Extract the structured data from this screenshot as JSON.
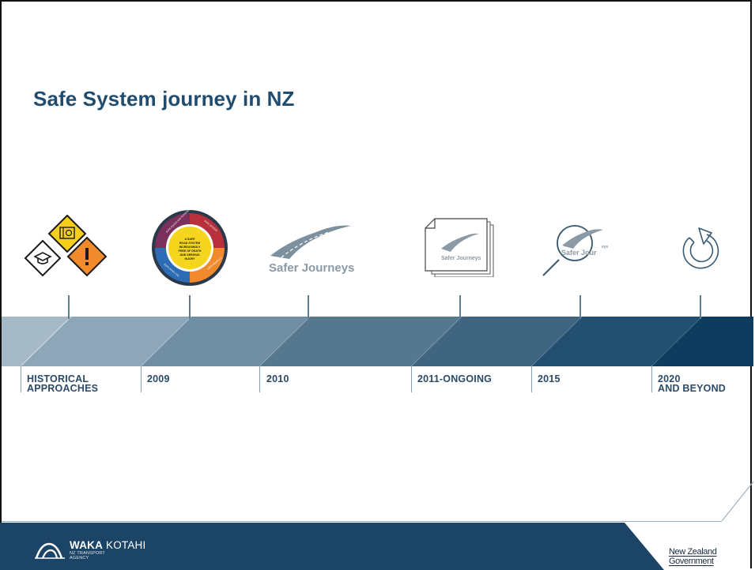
{
  "slide": {
    "title": "Safe System journey in NZ"
  },
  "timeline": [
    {
      "label_line1": "HISTORICAL",
      "label_line2": "APPROACHES",
      "icon": "road-signs-icon"
    },
    {
      "label_line1": "2009",
      "label_line2": "",
      "icon": "safe-system-wheel-icon"
    },
    {
      "label_line1": "2010",
      "label_line2": "",
      "icon": "safer-journeys-logo-icon"
    },
    {
      "label_line1": "2011-ONGOING",
      "label_line2": "",
      "icon": "documents-icon"
    },
    {
      "label_line1": "2015",
      "label_line2": "",
      "icon": "magnifier-icon"
    },
    {
      "label_line1": "2020",
      "label_line2": "AND BEYOND",
      "icon": "refresh-arrow-icon"
    }
  ],
  "wheel": {
    "centre_text": [
      "A SAFE",
      "ROAD SYSTEM",
      "INCREASINGLY",
      "FREE OF DEATH",
      "AND SERIOUS",
      "INJURY"
    ],
    "segment_labels": [
      "SAFE ROADS AND ROADSIDES",
      "SAFE SPEEDS",
      "SAFE VEHICLES",
      "SAFE ROAD USE"
    ]
  },
  "safer_journeys": {
    "wordmark": "Safer Journeys",
    "small_wordmark": "Safer Journeys",
    "magnifier_wordmark": "Safer Jour",
    "magnifier_suffix": "eys"
  },
  "footer": {
    "brand_bold": "WAKA",
    "brand_light": "KOTAHI",
    "brand_sub1": "NZ TRANSPORT",
    "brand_sub2": "AGENCY",
    "gov": "New Zealand Government"
  },
  "colors": {
    "title": "#1f4c6f",
    "band_light": "#9fb4c4",
    "band_dark": "#0e3c5e",
    "footer_bg": "#1c4466",
    "wheel_red": "#b8303c",
    "wheel_blue": "#2d6db5",
    "wheel_orange": "#f08a2c",
    "wheel_yellow": "#f5d51d"
  }
}
